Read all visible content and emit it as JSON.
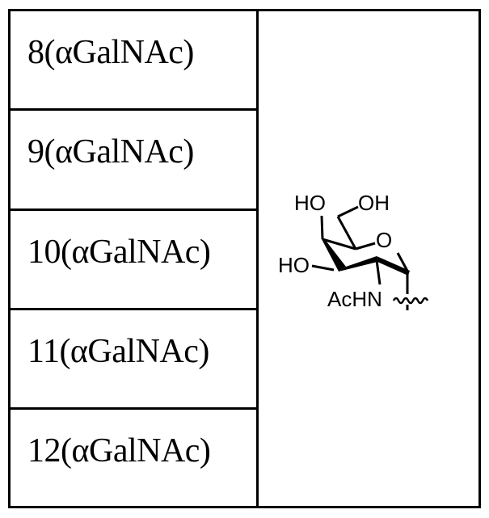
{
  "table": {
    "rows": [
      {
        "label": "8(αGalNAc)"
      },
      {
        "label": "9(αGalNAc)"
      },
      {
        "label": "10(αGalNAc)"
      },
      {
        "label": "11(αGalNAc)"
      },
      {
        "label": "12(αGalNAc)"
      }
    ],
    "structure": {
      "name": "alpha-GalNAc residue",
      "labels": {
        "top_left_hydroxyl": "HO",
        "top_right_hydroxyl": "OH",
        "ring_oxygen": "O",
        "left_hydroxyl": "HO",
        "acetamido": "AcHN"
      }
    }
  }
}
